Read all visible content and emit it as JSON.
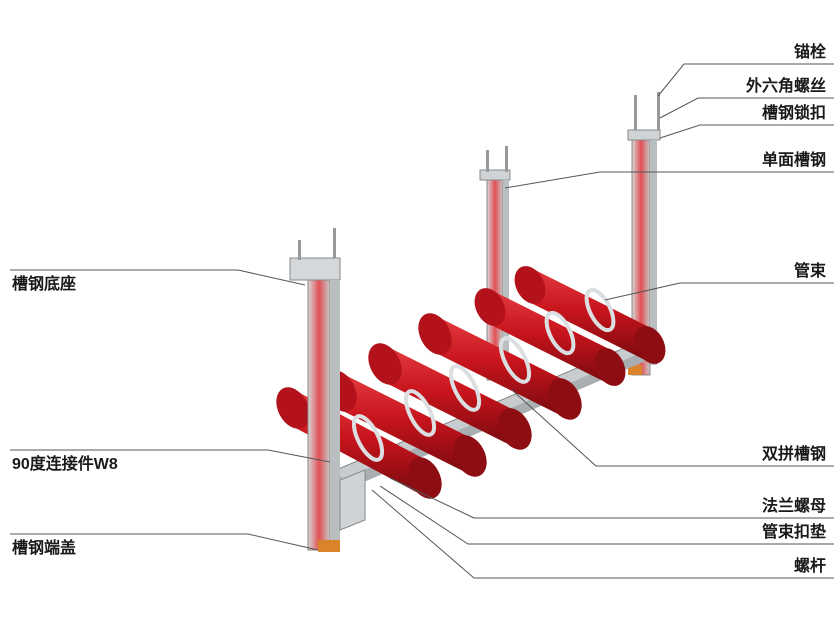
{
  "labels": {
    "anchor_bolt": "锚栓",
    "hex_bolt": "外六角螺丝",
    "channel_lock": "槽钢锁扣",
    "single_channel": "单面槽钢",
    "pipe_clamp": "管束",
    "channel_base": "槽钢底座",
    "double_channel": "双拼槽钢",
    "connector_90": "90度连接件W8",
    "flange_nut": "法兰螺母",
    "clamp_pad": "管束扣垫",
    "end_cap": "槽钢端盖",
    "threaded_rod": "螺杆"
  },
  "colors": {
    "pipe_red": "#c8141c",
    "pipe_dark": "#7a0a0f",
    "steel": "#cfd3d6",
    "line": "#555555"
  }
}
